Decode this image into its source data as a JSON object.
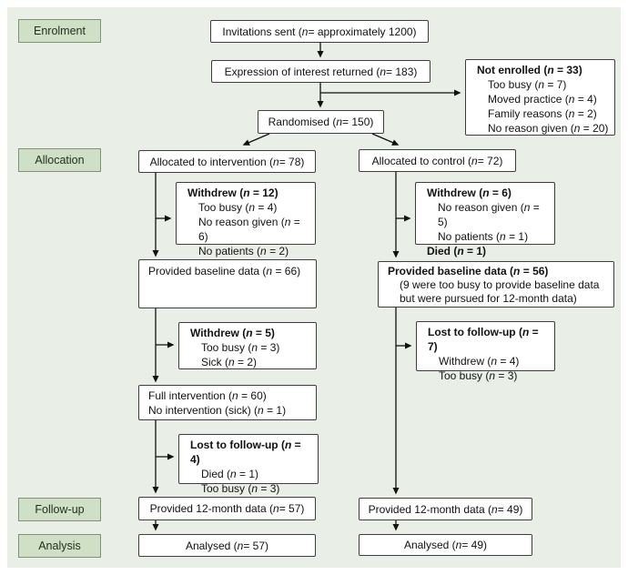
{
  "colors": {
    "panel_bg": "#e9efe6",
    "stage_fill": "#cfe0c6",
    "stage_border": "#7d9276",
    "box_border": "#3d3d3d",
    "arrow": "#111111"
  },
  "stages": {
    "enrolment": "Enrolment",
    "allocation": "Allocation",
    "followup": "Follow-up",
    "analysis": "Analysis"
  },
  "boxes": {
    "invitations": {
      "title": "Invitations sent (n = approximately 1200)"
    },
    "interest": {
      "title": "Expression of interest returned (n = 183)"
    },
    "not_enrolled": {
      "title": "Not enrolled (n = 33)",
      "reasons": [
        "Too busy (n = 7)",
        "Moved practice (n = 4)",
        "Family reasons (n = 2)",
        "No reason given (n = 20)"
      ]
    },
    "randomised": {
      "title": "Randomised (n = 150)"
    },
    "allocated_intervention": {
      "title": "Allocated to intervention (n = 78)"
    },
    "allocated_control": {
      "title": "Allocated to control (n = 72)"
    },
    "withdrew_intervention": {
      "title": "Withdrew (n = 12)",
      "reasons": [
        "Too busy (n = 4)",
        "No reason given (n = 6)",
        "No patients (n = 2)"
      ]
    },
    "withdrew_control": {
      "title": "Withdrew (n = 6)",
      "reasons": [
        "No reason given (n = 5)",
        "No patients (n = 1)"
      ],
      "footer": "Died (n = 1)"
    },
    "baseline_intervention": {
      "title": "Provided baseline data (n = 66)"
    },
    "baseline_control": {
      "title": "Provided baseline data (n = 56)",
      "note_lines": [
        "(9 were too busy to provide baseline data",
        "but were pursued for 12-month data)"
      ]
    },
    "withdrew2_intervention": {
      "title": "Withdrew (n = 5)",
      "reasons": [
        "Too busy (n = 3)",
        "Sick (n = 2)"
      ]
    },
    "lost_control": {
      "title": "Lost to follow-up (n = 7)",
      "reasons": [
        "Withdrew (n = 4)",
        "Too busy (n = 3)"
      ]
    },
    "full_intervention": {
      "line1": "Full intervention (n = 60)",
      "line2": "No intervention (sick) (n = 1)"
    },
    "lost_intervention": {
      "title": "Lost to follow-up (n = 4)",
      "reasons": [
        "Died (n = 1)",
        "Too busy (n = 3)"
      ]
    },
    "month12_intervention": {
      "title": "Provided 12-month data (n = 57)"
    },
    "month12_control": {
      "title": "Provided 12-month data (n = 49)"
    },
    "analysed_intervention": {
      "title": "Analysed (n = 57)"
    },
    "analysed_control": {
      "title": "Analysed (n = 49)"
    }
  }
}
